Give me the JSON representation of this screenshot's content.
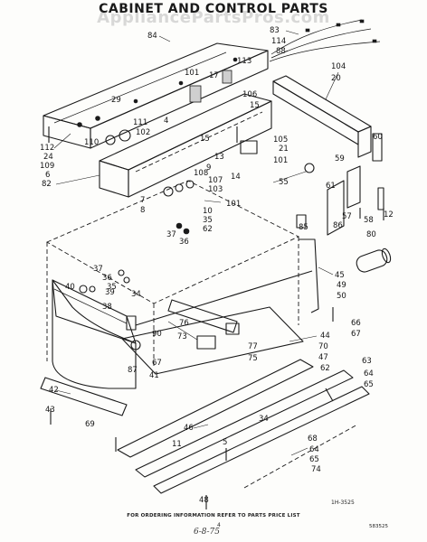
{
  "title": "CABINET AND CONTROL PARTS",
  "subtitle": "",
  "watermark": "AppliancePartsPros.com",
  "footer": {
    "ordering_note": "FOR ORDERING INFORMATION REFER TO PARTS PRICE LIST",
    "page_number": "4",
    "drawing_number": "1H-3525",
    "sheet_code": "583525",
    "handwritten_date": "6-8-75"
  },
  "callouts": [
    {
      "id": "84",
      "label": "84"
    },
    {
      "id": "83",
      "label": "83"
    },
    {
      "id": "114",
      "label": "114"
    },
    {
      "id": "88",
      "label": "88"
    },
    {
      "id": "113",
      "label": "113"
    },
    {
      "id": "101a",
      "label": "101"
    },
    {
      "id": "17",
      "label": "17"
    },
    {
      "id": "4",
      "label": "4"
    },
    {
      "id": "104",
      "label": "104"
    },
    {
      "id": "20",
      "label": "20"
    },
    {
      "id": "106",
      "label": "106"
    },
    {
      "id": "15a",
      "label": "15"
    },
    {
      "id": "29",
      "label": "29"
    },
    {
      "id": "111",
      "label": "111"
    },
    {
      "id": "102",
      "label": "102"
    },
    {
      "id": "110",
      "label": "110"
    },
    {
      "id": "112",
      "label": "112"
    },
    {
      "id": "24",
      "label": "24"
    },
    {
      "id": "109",
      "label": "109"
    },
    {
      "id": "6",
      "label": "6"
    },
    {
      "id": "82",
      "label": "82"
    },
    {
      "id": "15b",
      "label": "15"
    },
    {
      "id": "105",
      "label": "105"
    },
    {
      "id": "21",
      "label": "21"
    },
    {
      "id": "101b",
      "label": "101"
    },
    {
      "id": "60",
      "label": "60"
    },
    {
      "id": "59",
      "label": "59"
    },
    {
      "id": "13",
      "label": "13"
    },
    {
      "id": "9",
      "label": "9"
    },
    {
      "id": "14",
      "label": "14"
    },
    {
      "id": "108",
      "label": "108"
    },
    {
      "id": "107",
      "label": "107"
    },
    {
      "id": "103",
      "label": "103"
    },
    {
      "id": "55",
      "label": "55"
    },
    {
      "id": "7",
      "label": "7"
    },
    {
      "id": "8",
      "label": "8"
    },
    {
      "id": "101c",
      "label": "101"
    },
    {
      "id": "10",
      "label": "10"
    },
    {
      "id": "35a",
      "label": "35"
    },
    {
      "id": "62a",
      "label": "62"
    },
    {
      "id": "37a",
      "label": "37"
    },
    {
      "id": "36a",
      "label": "36"
    },
    {
      "id": "61",
      "label": "61"
    },
    {
      "id": "57",
      "label": "57"
    },
    {
      "id": "85",
      "label": "85"
    },
    {
      "id": "86",
      "label": "86"
    },
    {
      "id": "58",
      "label": "58"
    },
    {
      "id": "12",
      "label": "12"
    },
    {
      "id": "80",
      "label": "80"
    },
    {
      "id": "37b",
      "label": "37"
    },
    {
      "id": "36b",
      "label": "36"
    },
    {
      "id": "35b",
      "label": "35"
    },
    {
      "id": "40",
      "label": "40"
    },
    {
      "id": "39",
      "label": "39"
    },
    {
      "id": "34a",
      "label": "34"
    },
    {
      "id": "38",
      "label": "38"
    },
    {
      "id": "45",
      "label": "45"
    },
    {
      "id": "49",
      "label": "49"
    },
    {
      "id": "50",
      "label": "50"
    },
    {
      "id": "76",
      "label": "76"
    },
    {
      "id": "73",
      "label": "73"
    },
    {
      "id": "90",
      "label": "90"
    },
    {
      "id": "67a",
      "label": "67"
    },
    {
      "id": "87",
      "label": "87"
    },
    {
      "id": "41",
      "label": "41"
    },
    {
      "id": "77",
      "label": "77"
    },
    {
      "id": "75",
      "label": "75"
    },
    {
      "id": "44",
      "label": "44"
    },
    {
      "id": "70",
      "label": "70"
    },
    {
      "id": "47",
      "label": "47"
    },
    {
      "id": "62b",
      "label": "62"
    },
    {
      "id": "66",
      "label": "66"
    },
    {
      "id": "67b",
      "label": "67"
    },
    {
      "id": "63",
      "label": "63"
    },
    {
      "id": "64a",
      "label": "64"
    },
    {
      "id": "65a",
      "label": "65"
    },
    {
      "id": "42",
      "label": "42"
    },
    {
      "id": "43",
      "label": "43"
    },
    {
      "id": "69",
      "label": "69"
    },
    {
      "id": "46",
      "label": "46"
    },
    {
      "id": "34b",
      "label": "34"
    },
    {
      "id": "11",
      "label": "11"
    },
    {
      "id": "5",
      "label": "5"
    },
    {
      "id": "68",
      "label": "68"
    },
    {
      "id": "64b",
      "label": "64"
    },
    {
      "id": "65b",
      "label": "65"
    },
    {
      "id": "74",
      "label": "74"
    },
    {
      "id": "48",
      "label": "48"
    }
  ]
}
